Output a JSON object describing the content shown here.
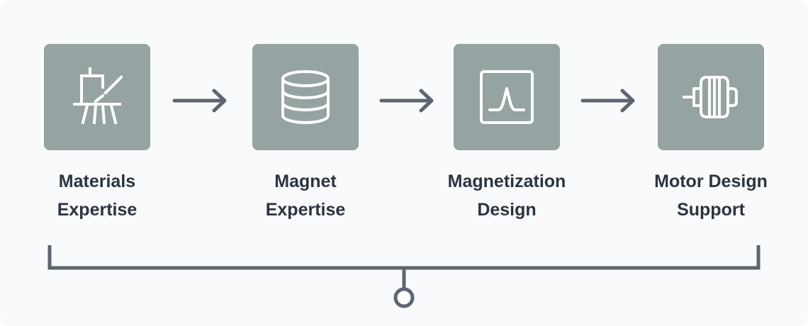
{
  "colors": {
    "tile": "#95a3a2",
    "icon": "#ffffff",
    "connector": "#5d6670",
    "text": "#2b3440",
    "background": "#f8fafc"
  },
  "steps": [
    {
      "icon": "easel-icon",
      "line1": "Materials",
      "line2": "Expertise"
    },
    {
      "icon": "database-icon",
      "line1": "Magnet",
      "line2": "Expertise"
    },
    {
      "icon": "peak-graph-icon",
      "line1": "Magnetization",
      "line2": "Design"
    },
    {
      "icon": "motor-icon",
      "line1": "Motor Design",
      "line2": "Support"
    }
  ]
}
